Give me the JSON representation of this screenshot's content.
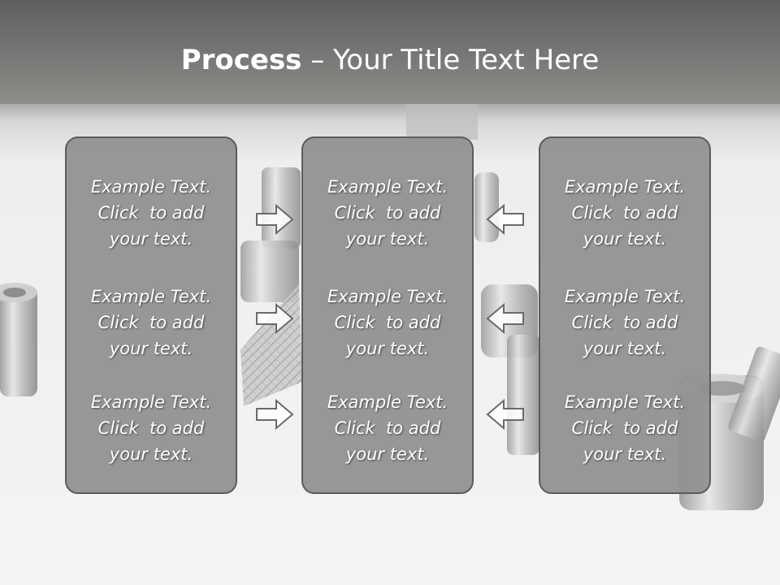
{
  "slide": {
    "title": {
      "bold": "Process",
      "rest": " – Your Title Text Here"
    },
    "columns": [
      {
        "blocks": [
          {
            "lines": [
              "Example Text.",
              "Click  to add",
              "your text."
            ]
          },
          {
            "lines": [
              "Example Text.",
              "Click  to add",
              "your text."
            ]
          },
          {
            "lines": [
              "Example Text.",
              "Click  to add",
              "your text."
            ]
          }
        ]
      },
      {
        "blocks": [
          {
            "lines": [
              "Example Text.",
              "Click  to add",
              "your text."
            ]
          },
          {
            "lines": [
              "Example Text.",
              "Click  to add",
              "your text."
            ]
          },
          {
            "lines": [
              "Example Text.",
              "Click  to add",
              "your text."
            ]
          }
        ]
      },
      {
        "blocks": [
          {
            "lines": [
              "Example Text.",
              "Click  to add",
              "your text."
            ]
          },
          {
            "lines": [
              "Example Text.",
              "Click  to add",
              "your text."
            ]
          },
          {
            "lines": [
              "Example Text.",
              "Click  to add",
              "your text."
            ]
          }
        ]
      }
    ],
    "arrows": {
      "left_to_middle": [
        "right-arrow-icon",
        "right-arrow-icon",
        "right-arrow-icon"
      ],
      "right_to_middle": [
        "left-arrow-icon",
        "left-arrow-icon",
        "left-arrow-icon"
      ]
    },
    "colors": {
      "header": "#7a7a78",
      "column_fill": "#8f8f8d",
      "column_border": "#5c5c5c",
      "text": "#ffffff"
    }
  }
}
